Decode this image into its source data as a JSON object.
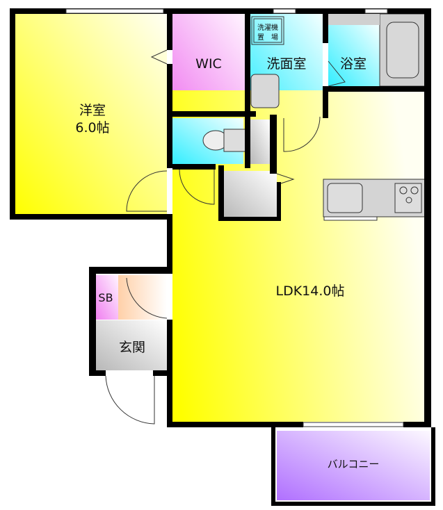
{
  "rooms": {
    "western": {
      "name": "洋室",
      "size": "6.0帖"
    },
    "wic": {
      "name": "WIC"
    },
    "washroom": {
      "name": "洗面室",
      "washer_line1": "洗濯機",
      "washer_line2": "置　場"
    },
    "bath": {
      "name": "浴室"
    },
    "ldk": {
      "name": "LDK14.0帖"
    },
    "shoebox": {
      "name": "SB"
    },
    "entrance": {
      "name": "玄関"
    },
    "balcony": {
      "name": "バルコニー"
    }
  },
  "colors": {
    "wall": "#000000",
    "yellow": "#ffff00",
    "cyan": "#33eeff",
    "pink": "#f080f0",
    "gray": "#c8c8c8",
    "purple": "#b070ff",
    "peach": "#ffd8b0"
  }
}
